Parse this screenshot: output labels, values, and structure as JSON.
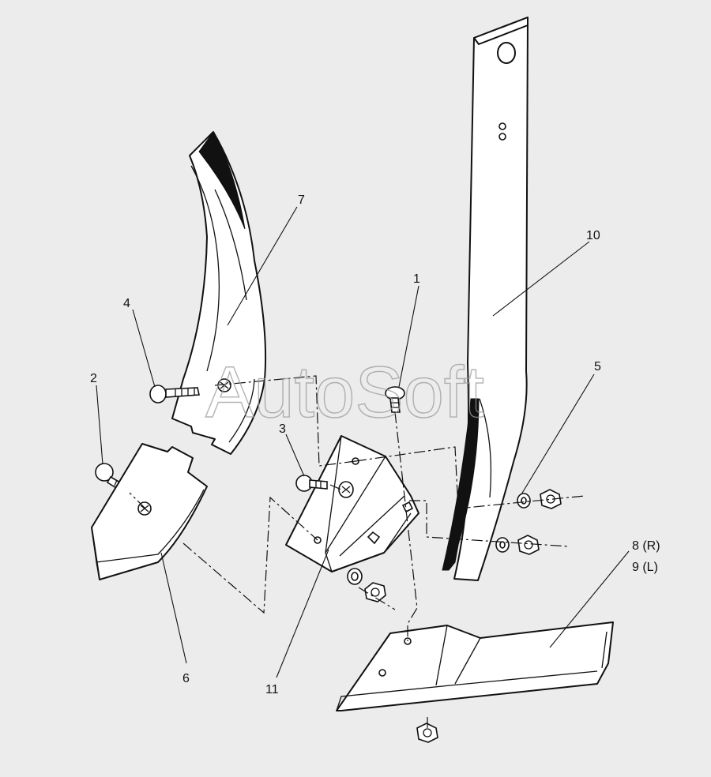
{
  "watermark": "AutoSoft",
  "callouts": {
    "c1": "1",
    "c2": "2",
    "c3": "3",
    "c4": "4",
    "c5": "5",
    "c6": "6",
    "c7": "7",
    "c8": "8 (R)",
    "c9": "9 (L)",
    "c10": "10",
    "c11": "11"
  }
}
